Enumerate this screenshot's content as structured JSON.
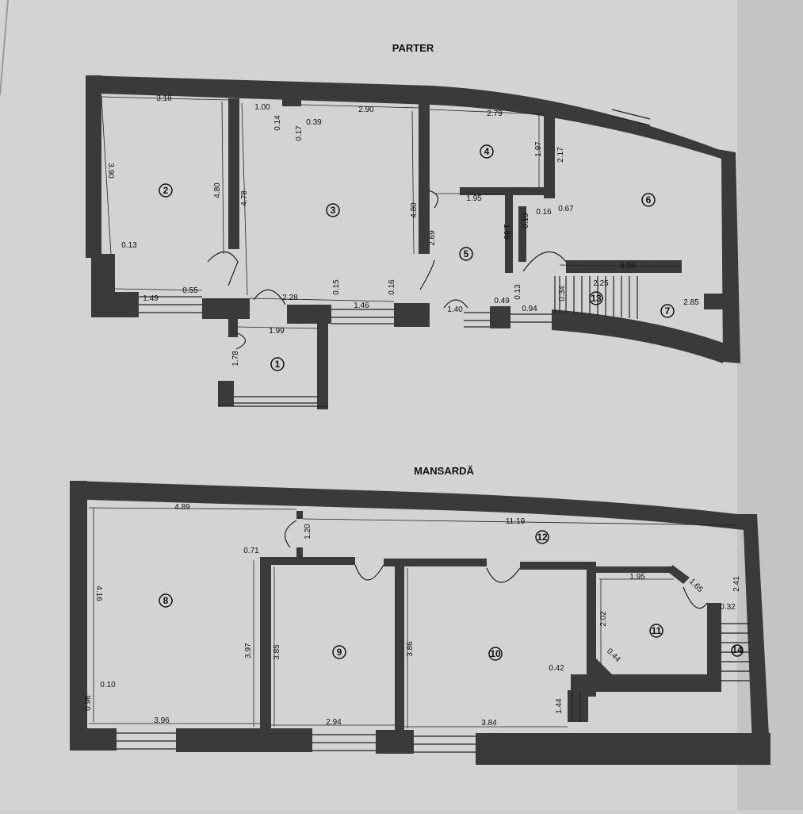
{
  "floors": {
    "parter": {
      "title": "PARTER"
    },
    "mansarda": {
      "title": "MANSARDĂ"
    }
  },
  "rooms": {
    "parter": [
      "1",
      "2",
      "3",
      "4",
      "5",
      "6",
      "7",
      "13"
    ],
    "mansarda": [
      "8",
      "9",
      "10",
      "11",
      "12",
      "14"
    ]
  },
  "dimensions": {
    "parter": [
      "3.18",
      "3.90",
      "0.13",
      "4.80",
      "4.78",
      "1.00",
      "0.14",
      "0.17",
      "0.39",
      "2.90",
      "4.80",
      "2.69",
      "2.79",
      "1.97",
      "1.95",
      "1.86",
      "2.17",
      "0.19",
      "0.16",
      "0.67",
      "0.55",
      "1.49",
      "2.28",
      "0.15",
      "1.46",
      "0.16",
      "1.99",
      "1.78",
      "1.40",
      "0.49",
      "0.13",
      "0.94",
      "0.34",
      "5.06",
      "2.25",
      "2.85"
    ],
    "mansarda": [
      "4.89",
      "1.20",
      "0.71",
      "11.19",
      "4.16",
      "3.97",
      "3.85",
      "3.86",
      "0.10",
      "0.96",
      "3.96",
      "2.94",
      "3.84",
      "0.42",
      "1.44",
      "1.95",
      "1.65",
      "0.32",
      "2.41",
      "2.02",
      "0.44"
    ]
  },
  "colors": {
    "wall": "#3a3a3a",
    "paper": "#d2d2d2",
    "line": "#222222"
  }
}
